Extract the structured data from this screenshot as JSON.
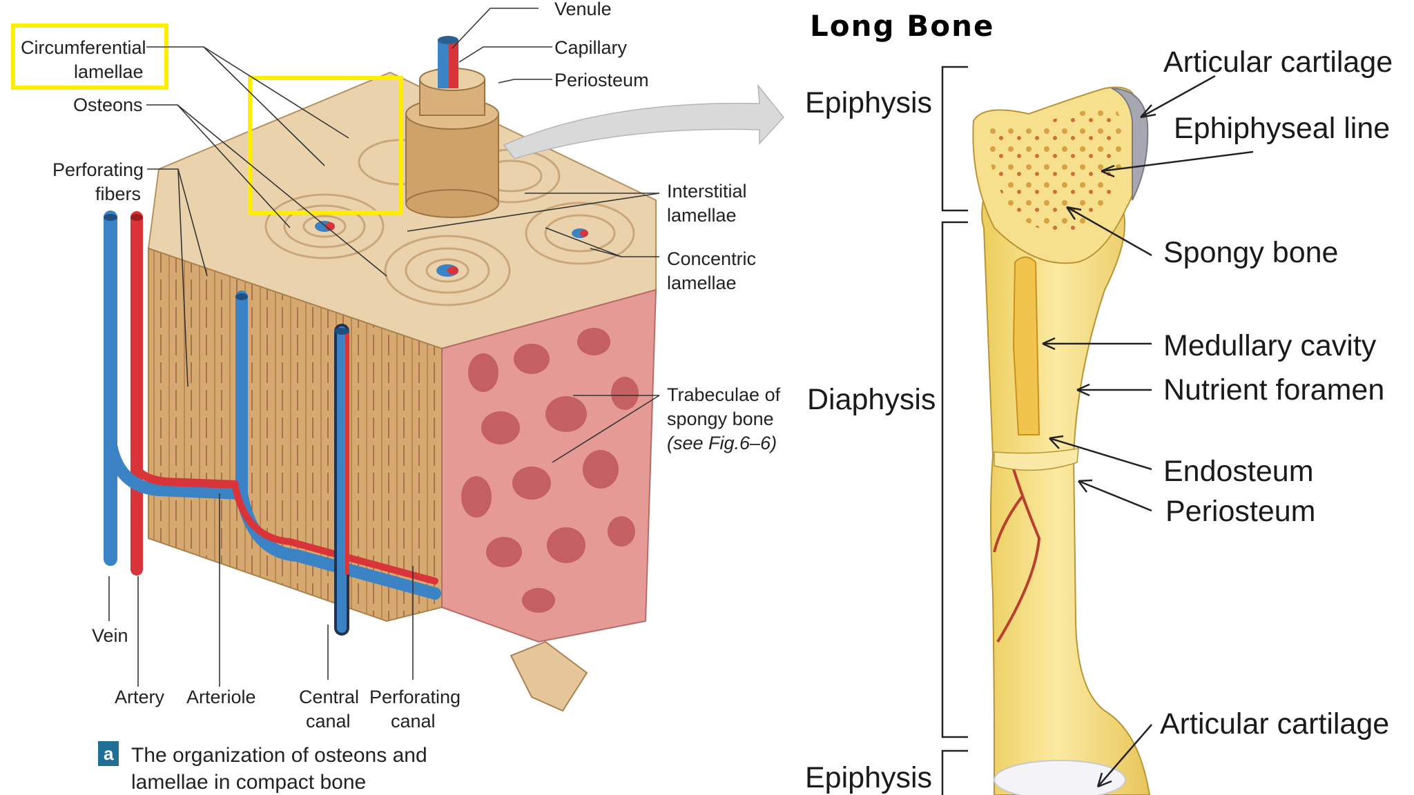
{
  "left_figure": {
    "labels": {
      "circumferential_1": "Circumferential",
      "circumferential_2": "lamellae",
      "osteons": "Osteons",
      "perforating_fibers_1": "Perforating",
      "perforating_fibers_2": "fibers",
      "venule": "Venule",
      "capillary": "Capillary",
      "periosteum": "Periosteum",
      "interstitial_1": "Interstitial",
      "interstitial_2": "lamellae",
      "concentric_1": "Concentric",
      "concentric_2": "lamellae",
      "trabeculae_1": "Trabeculae of",
      "trabeculae_2": "spongy bone",
      "trabeculae_3": "(see Fig.6–6)",
      "vein": "Vein",
      "artery": "Artery",
      "arteriole": "Arteriole",
      "central_canal_1": "Central",
      "central_canal_2": "canal",
      "perforating_canal_1": "Perforating",
      "perforating_canal_2": "canal"
    },
    "caption": {
      "badge": "a",
      "line1": "The organization of osteons and",
      "line2": "lamellae in compact bone"
    }
  },
  "right_figure": {
    "title": "Long Bone",
    "left_labels": {
      "epiphysis_top": "Epiphysis",
      "diaphysis": "Diaphysis",
      "epiphysis_bottom": "Epiphysis"
    },
    "right_labels": {
      "articular_top": "Articular cartilage",
      "epiphyseal_line": "Ephiphyseal line",
      "spongy_bone": "Spongy bone",
      "medullary_cavity": "Medullary cavity",
      "nutrient_foramen": "Nutrient foramen",
      "endosteum": "Endosteum",
      "periosteum": "Periosteum",
      "articular_bottom": "Articular cartilage"
    }
  },
  "colors": {
    "highlight": "#ffee00",
    "vein": "#3b83c4",
    "artery": "#d8343a",
    "bone_tan": "#e6c9a0",
    "spongy_pink": "#e59a96",
    "long_bone_yellow": "#f3dc7a",
    "caption_badge": "#1f6f96"
  }
}
